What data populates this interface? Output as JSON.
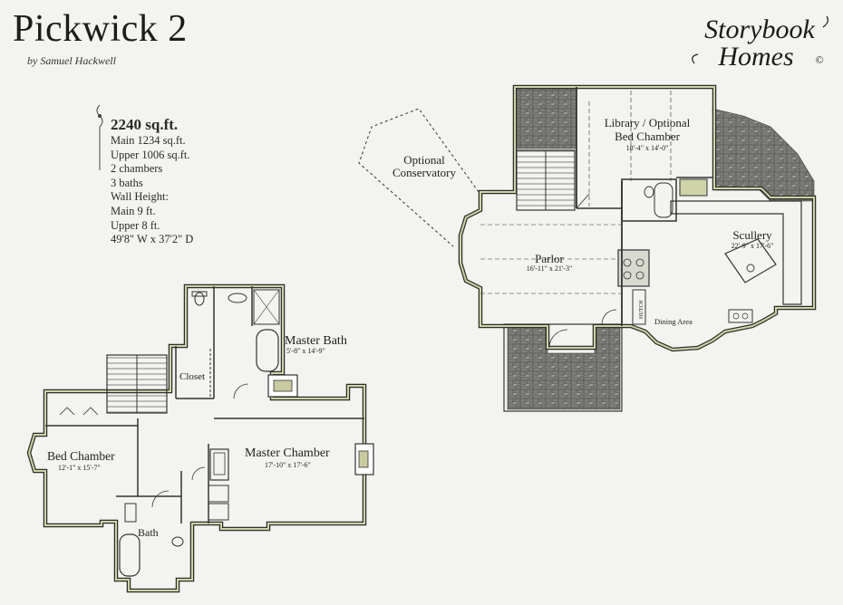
{
  "title": "Pickwick 2",
  "author": "by Samuel Hackwell",
  "logo": {
    "line1": "Storybook",
    "line2": "Homes",
    "mark": "©"
  },
  "stats": {
    "total": "2240 sq.ft.",
    "main": "Main 1234 sq.ft.",
    "upper": "Upper 1006 sq.ft.",
    "chambers": "2 chambers",
    "baths": "3 baths",
    "wall_height": "Wall Height:",
    "main_wall": "Main 9 ft.",
    "upper_wall": "Upper 8 ft.",
    "dimensions": "49'8\" W x 37'2\" D"
  },
  "upper_floor": {
    "master_bath": {
      "name": "Master Bath",
      "size": "5'-8\" x 14'-9\""
    },
    "closet": {
      "name": "Closet"
    },
    "bed_chamber": {
      "name": "Bed Chamber",
      "size": "12'-1\" x 15'-7\""
    },
    "master_chamber": {
      "name": "Master Chamber",
      "size": "17'-10\" x 17'-6\""
    },
    "bath": {
      "name": "Bath"
    }
  },
  "main_floor": {
    "library": {
      "name_line1": "Library / Optional",
      "name_line2": "Bed Chamber",
      "size": "18'-4\" x 14'-0\""
    },
    "conservatory": {
      "line1": "Optional",
      "line2": "Conservatory"
    },
    "parlor": {
      "name": "Parlor",
      "size": "16'-11\" x 21'-3\""
    },
    "scullery": {
      "name": "Scullery",
      "size": "22'-9\" x 17'-6\""
    },
    "dining": {
      "name": "Dining Area"
    },
    "hutch": {
      "name": "HUTCH"
    }
  }
}
